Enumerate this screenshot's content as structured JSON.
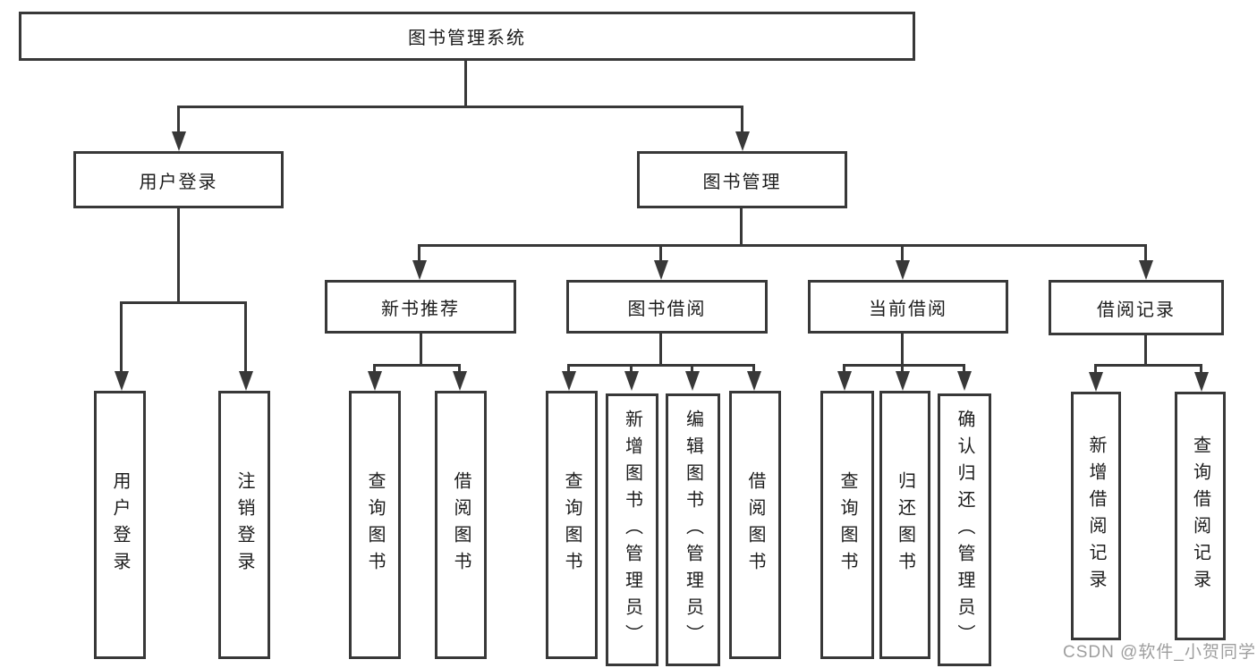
{
  "diagram": {
    "type": "hierarchy-tree",
    "colors": {
      "line": "#383838",
      "box_border": "#383838",
      "box_background": "#ffffff",
      "text": "#1c1c1c",
      "watermark": "#949494",
      "background": "#ffffff"
    },
    "tree": {
      "root": "图书管理系统",
      "children": [
        {
          "label": "用户登录",
          "children": [
            "用户登录",
            "注销登录"
          ]
        },
        {
          "label": "图书管理",
          "children": [
            {
              "label": "新书推荐",
              "children": [
                "查询图书",
                "借阅图书"
              ]
            },
            {
              "label": "图书借阅",
              "children": [
                "查询图书",
                "新增图书（管理员）",
                "编辑图书（管理员）",
                "借阅图书"
              ]
            },
            {
              "label": "当前借阅",
              "children": [
                "查询图书",
                "归还图书",
                "确认归还（管理员）"
              ]
            },
            {
              "label": "借阅记录",
              "children": [
                "新增借阅记录",
                "查询借阅记录"
              ]
            }
          ]
        }
      ]
    }
  },
  "watermark": "CSDN @软件_小贺同学"
}
